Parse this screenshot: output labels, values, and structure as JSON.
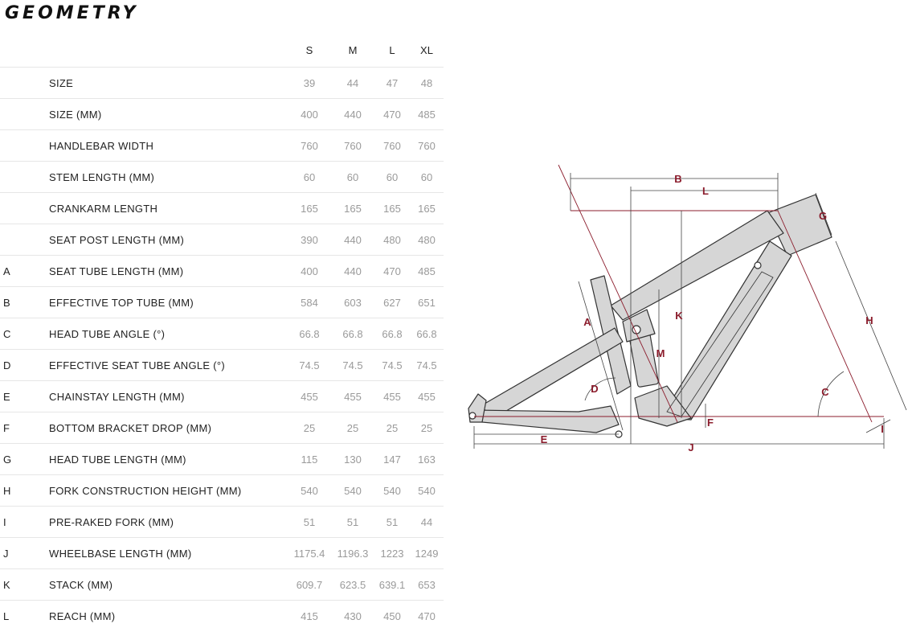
{
  "title": "GEOMETRY",
  "sizes": [
    "S",
    "M",
    "L",
    "XL"
  ],
  "rows": [
    {
      "letter": "",
      "label": "SIZE",
      "values": [
        "39",
        "44",
        "47",
        "48"
      ]
    },
    {
      "letter": "",
      "label": "SIZE (MM)",
      "values": [
        "400",
        "440",
        "470",
        "485"
      ]
    },
    {
      "letter": "",
      "label": "HANDLEBAR WIDTH",
      "values": [
        "760",
        "760",
        "760",
        "760"
      ]
    },
    {
      "letter": "",
      "label": "STEM LENGTH (MM)",
      "values": [
        "60",
        "60",
        "60",
        "60"
      ]
    },
    {
      "letter": "",
      "label": "CRANKARM LENGTH",
      "values": [
        "165",
        "165",
        "165",
        "165"
      ]
    },
    {
      "letter": "",
      "label": "SEAT POST LENGTH (MM)",
      "values": [
        "390",
        "440",
        "480",
        "480"
      ]
    },
    {
      "letter": "A",
      "label": "SEAT TUBE LENGTH (MM)",
      "values": [
        "400",
        "440",
        "470",
        "485"
      ]
    },
    {
      "letter": "B",
      "label": "EFFECTIVE TOP TUBE (MM)",
      "values": [
        "584",
        "603",
        "627",
        "651"
      ]
    },
    {
      "letter": "C",
      "label": "HEAD TUBE ANGLE (°)",
      "values": [
        "66.8",
        "66.8",
        "66.8",
        "66.8"
      ]
    },
    {
      "letter": "D",
      "label": "EFFECTIVE SEAT TUBE ANGLE (°)",
      "values": [
        "74.5",
        "74.5",
        "74.5",
        "74.5"
      ]
    },
    {
      "letter": "E",
      "label": "CHAINSTAY LENGTH (MM)",
      "values": [
        "455",
        "455",
        "455",
        "455"
      ]
    },
    {
      "letter": "F",
      "label": "BOTTOM BRACKET DROP (MM)",
      "values": [
        "25",
        "25",
        "25",
        "25"
      ]
    },
    {
      "letter": "G",
      "label": "HEAD TUBE LENGTH (MM)",
      "values": [
        "115",
        "130",
        "147",
        "163"
      ]
    },
    {
      "letter": "H",
      "label": "FORK CONSTRUCTION HEIGHT (MM)",
      "values": [
        "540",
        "540",
        "540",
        "540"
      ]
    },
    {
      "letter": "I",
      "label": "PRE-RAKED FORK (MM)",
      "values": [
        "51",
        "51",
        "51",
        "44"
      ]
    },
    {
      "letter": "J",
      "label": "WHEELBASE LENGTH (MM)",
      "values": [
        "1175.4",
        "1196.3",
        "1223",
        "1249"
      ]
    },
    {
      "letter": "K",
      "label": "STACK (MM)",
      "values": [
        "609.7",
        "623.5",
        "639.1",
        "653"
      ]
    },
    {
      "letter": "L",
      "label": "REACH (MM)",
      "values": [
        "415",
        "430",
        "450",
        "470"
      ]
    }
  ],
  "diagram": {
    "labels": [
      "A",
      "B",
      "C",
      "D",
      "E",
      "F",
      "G",
      "H",
      "I",
      "J",
      "K",
      "L",
      "M"
    ],
    "colors": {
      "accent": "#8b1c2c",
      "frame_fill": "#d6d6d6",
      "frame_stroke": "#333333",
      "dim_line": "#444444"
    }
  }
}
